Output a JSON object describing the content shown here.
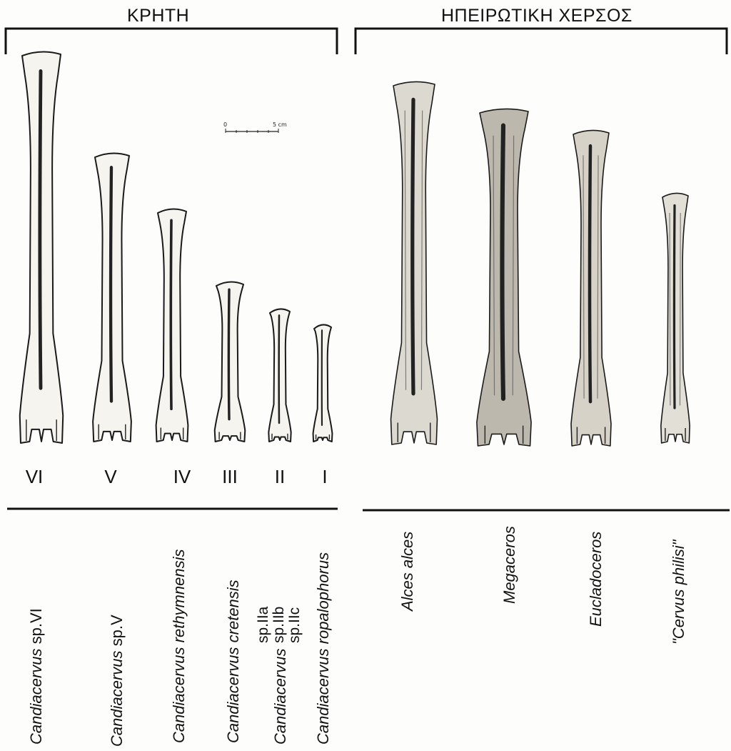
{
  "regions": {
    "crete": {
      "title": "ΚΡΗΤΗ"
    },
    "mainland": {
      "title": "ΗΠΕΙΡΩΤΙΚΗ ΧΕΡΣΟΣ"
    }
  },
  "scale_bar": {
    "start_label": "0",
    "end_label": "5 cm"
  },
  "crete_specimens": [
    {
      "numeral": "VI",
      "genus": "Candiacervus",
      "epithet": "sp.VI"
    },
    {
      "numeral": "V",
      "genus": "Candiacervus",
      "epithet": "sp.V"
    },
    {
      "numeral": "IV",
      "genus": "Candiacervus",
      "epithet": "rethymnensis"
    },
    {
      "numeral": "III",
      "genus": "Candiacervus",
      "epithet": "cretensis"
    },
    {
      "numeral": "II",
      "genus": "Candiacervus",
      "subspecies": [
        "sp.IIa",
        "sp.IIb",
        "sp.IIc"
      ]
    },
    {
      "numeral": "I",
      "genus": "Candiacervus",
      "epithet": "ropalophorus"
    }
  ],
  "mainland_specimens": [
    {
      "name": "Alces alces"
    },
    {
      "name": "Megaceros"
    },
    {
      "name": "Eucladoceros"
    },
    {
      "name": "\"Cervus philisi\""
    }
  ]
}
